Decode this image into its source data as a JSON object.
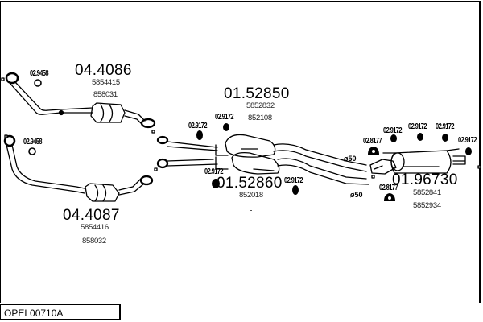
{
  "diagram_code": "OPEL00710A",
  "parts": [
    {
      "id": "front-pipe-upper",
      "part_number": "04.4086",
      "oe_numbers": [
        "5854415",
        "858031"
      ]
    },
    {
      "id": "front-pipe-lower",
      "part_number": "04.4087",
      "oe_numbers": [
        "5854416",
        "858032"
      ]
    },
    {
      "id": "middle-silencer-upper",
      "part_number": "01.52850",
      "oe_numbers": [
        "5852832",
        "852108"
      ]
    },
    {
      "id": "middle-silencer-lower",
      "part_number": "01.52860",
      "oe_numbers": [
        "852018"
      ]
    },
    {
      "id": "rear-silencer",
      "part_number": "01.96730",
      "oe_numbers": [
        "5852841",
        "5852934"
      ]
    }
  ],
  "accessories": {
    "gasket": "02.9458",
    "rubber_mount": "02.9172",
    "bracket": "02.8177"
  },
  "diameter_labels": [
    "ø50",
    "ø50"
  ],
  "colors": {
    "line": "#000000",
    "background": "#ffffff",
    "text": "#000000"
  }
}
